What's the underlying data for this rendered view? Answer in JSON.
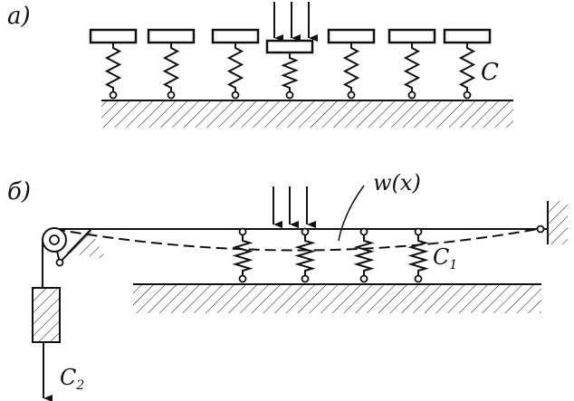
{
  "panel_a": {
    "label": "a)",
    "spring_label": "C"
  },
  "panel_b": {
    "label": "б)",
    "deflection_label": "w(x)",
    "spring_label": "C",
    "spring_label_sub": "1",
    "weight_label": "C",
    "weight_label_sub": "2"
  },
  "colors": {
    "ink": "#111111",
    "background": "#ffffff"
  }
}
